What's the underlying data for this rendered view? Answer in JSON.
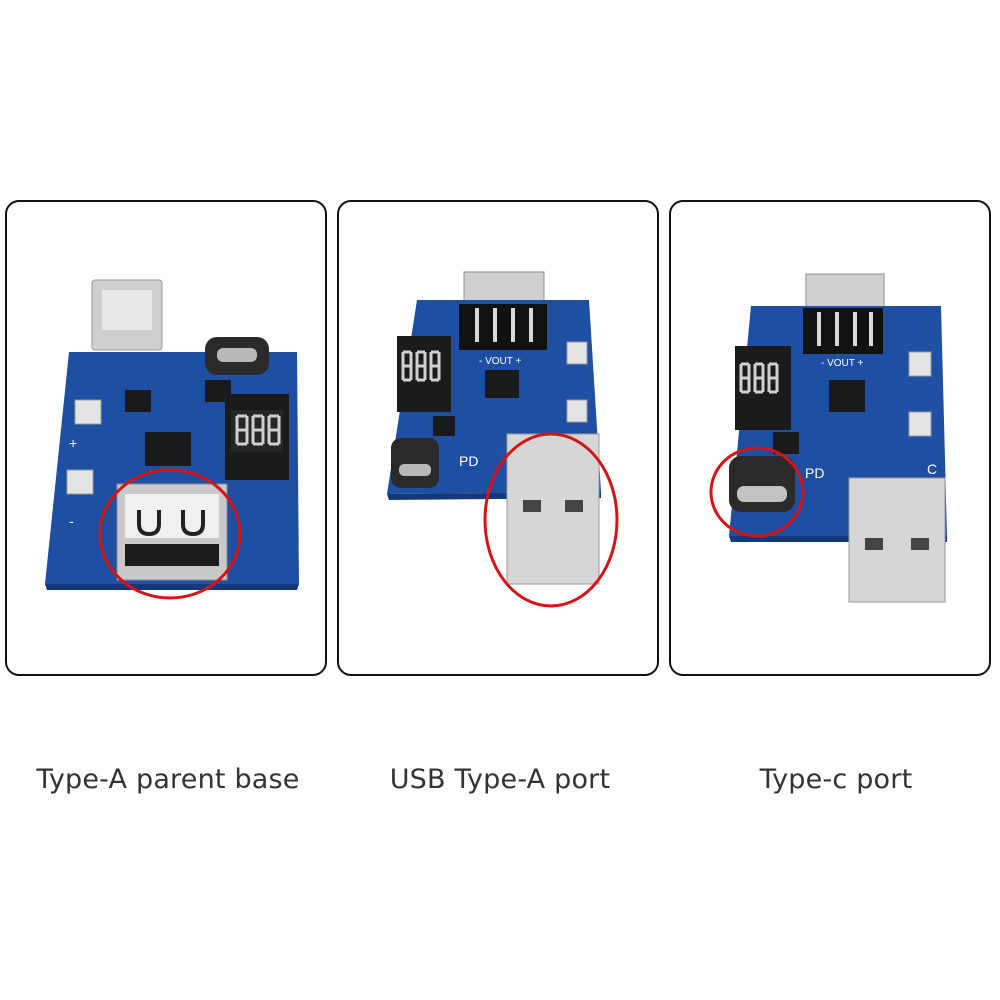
{
  "captions": {
    "left": "Type-A parent base",
    "middle": "USB Type-A port",
    "right": "Type-c port"
  },
  "board_labels": {
    "pd": "PD",
    "vout": "- VOUT +",
    "plus": "+",
    "minus": "-",
    "c": "C"
  },
  "colors": {
    "pcb_blue": "#1f4fa3",
    "highlight_ring": "#d41515",
    "connector_metal": "#d6d6d6",
    "display_red": "#e8e8e8"
  }
}
